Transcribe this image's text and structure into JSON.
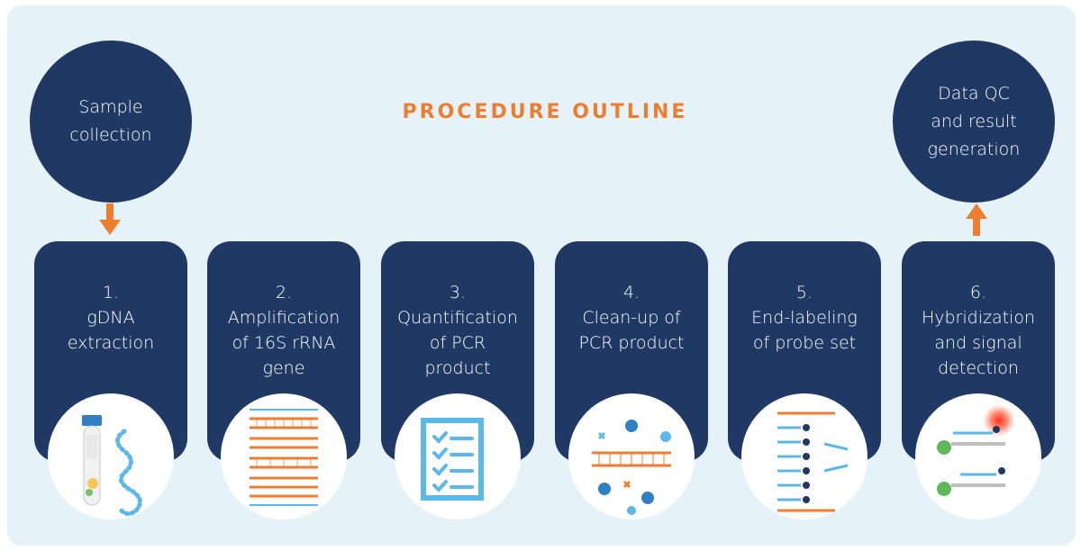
{
  "title": "PROCEDURE OUTLINE",
  "start_circle": "Sample\ncollection",
  "end_circle": "Data QC\nand result\ngeneration",
  "steps": [
    {
      "num": "1.",
      "label": "gDNA\nextraction",
      "icon": "sample-tube-dna-icon"
    },
    {
      "num": "2.",
      "label": "Amplification\nof 16S rRNA\ngene",
      "icon": "dna-amplification-icon"
    },
    {
      "num": "3.",
      "label": "Quantification\nof PCR\nproduct",
      "icon": "checklist-icon"
    },
    {
      "num": "4.",
      "label": "Clean-up of\nPCR product",
      "icon": "enzyme-cleanup-icon"
    },
    {
      "num": "5.",
      "label": "End-labeling\nof probe set",
      "icon": "labeled-probes-icon"
    },
    {
      "num": "6.",
      "label": "Hybridization\nand signal\ndetection",
      "icon": "hybridization-signal-icon"
    }
  ],
  "colors": {
    "navy": "#203864",
    "orange": "#ee7d30",
    "light_blue": "#5bb8e8",
    "background": "#e5f3f9"
  }
}
